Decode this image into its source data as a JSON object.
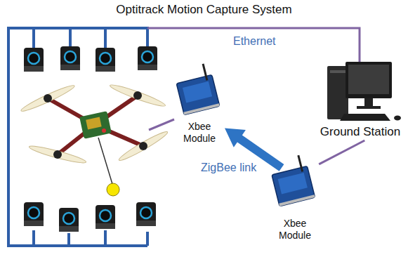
{
  "diagram": {
    "title": "Optitrack Motion Capture System",
    "nodes": [
      {
        "text": [
          "Xbee Module"
        ]
      },
      {
        "text": [
          "Ground Station"
        ]
      },
      {
        "text": [
          "Xbee Module"
        ]
      }
    ],
    "edges": [
      {
        "from": 2,
        "to": 0,
        "label": "ZigBee link",
        "arrow": "to"
      },
      {
        "from": 1,
        "to": 2,
        "arrow": "none"
      }
    ],
    "labels": [
      "Ethernet"
    ]
  }
}
